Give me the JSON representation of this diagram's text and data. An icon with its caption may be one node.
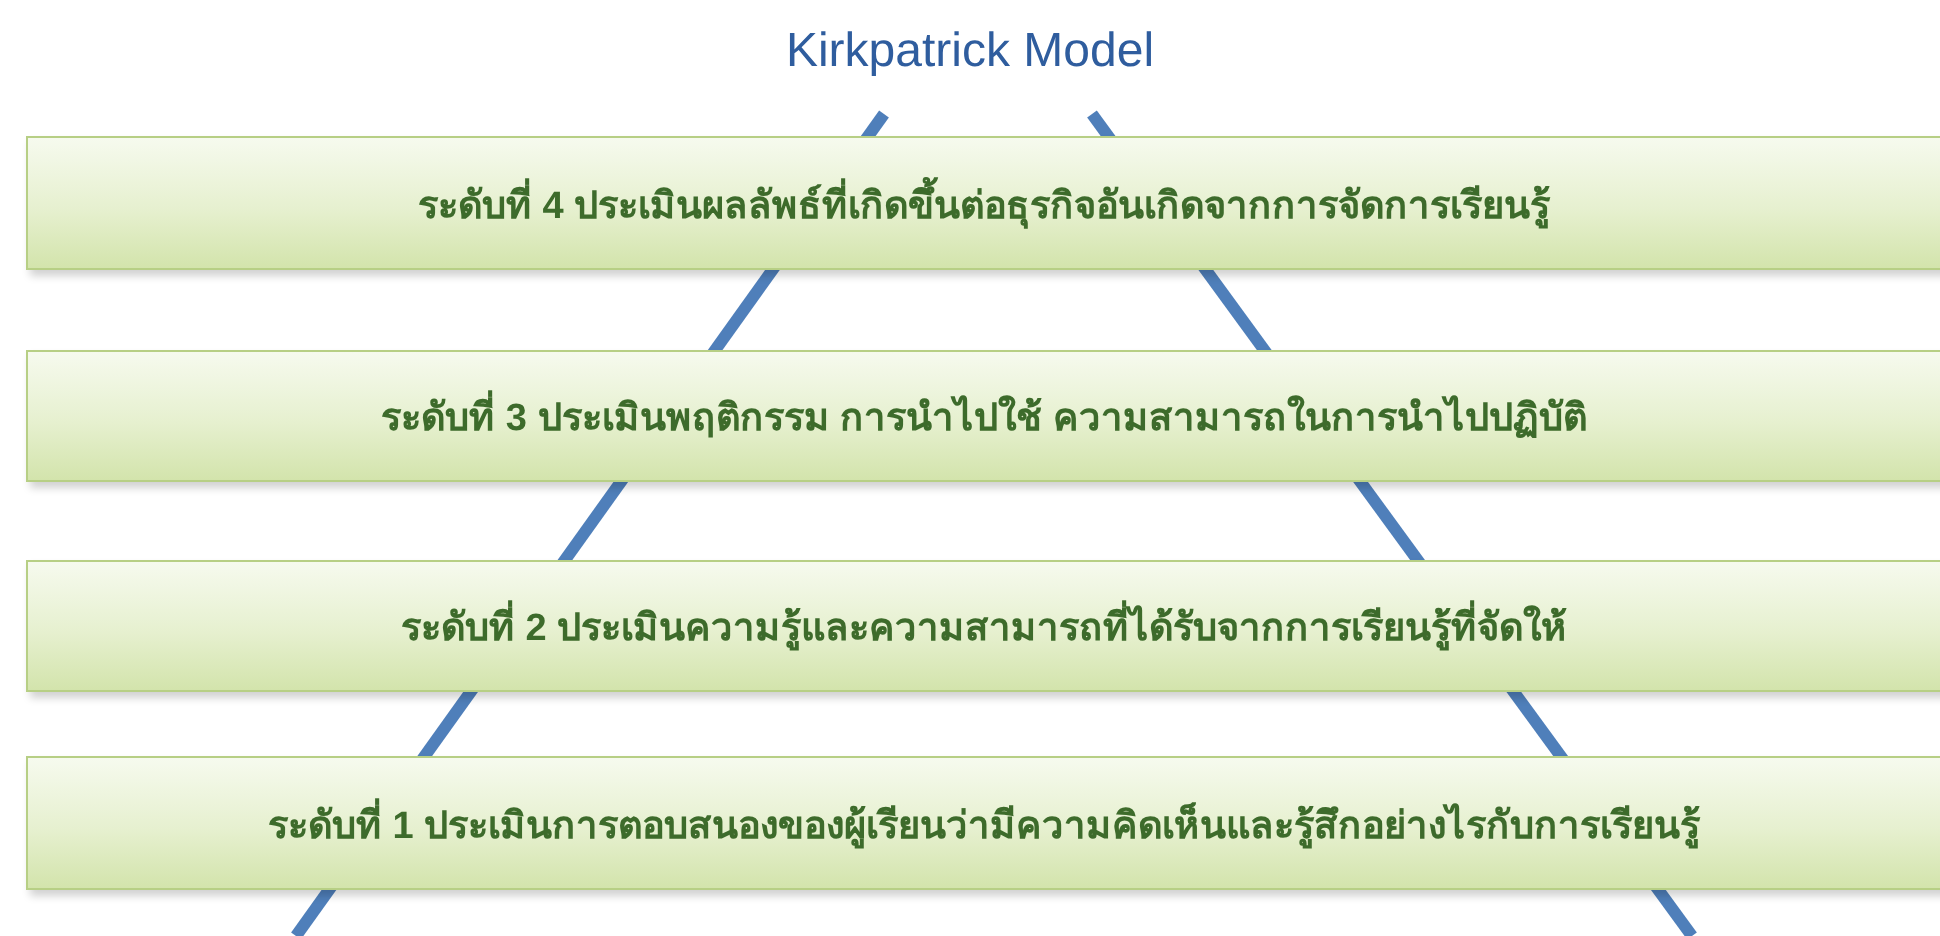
{
  "diagram": {
    "title": "Kirkpatrick Model",
    "nodes": [
      {
        "text": [
          "ระดับที่ 4 ประเมินผลลัพธ์ที่เกิดขึ้นต่อธุรกิจอันเกิดจากการจัดการเรียนรู้"
        ]
      },
      {
        "text": [
          "ระดับที่ 3 ประเมินพฤติกรรม การนำไปใช้ ความสามารถในการนำไปปฏิบัติ"
        ]
      },
      {
        "text": [
          "ระดับที่ 2 ประเมินความรู้และความสามารถที่ได้รับจากการเรียนรู้ที่จัดให้"
        ]
      },
      {
        "text": [
          "ระดับที่ 1 ประเมินการตอบสนองของผู้เรียนว่ามีความคิดเห็นและรู้สึกอย่างไรกับการเรียนรู้"
        ]
      }
    ]
  }
}
